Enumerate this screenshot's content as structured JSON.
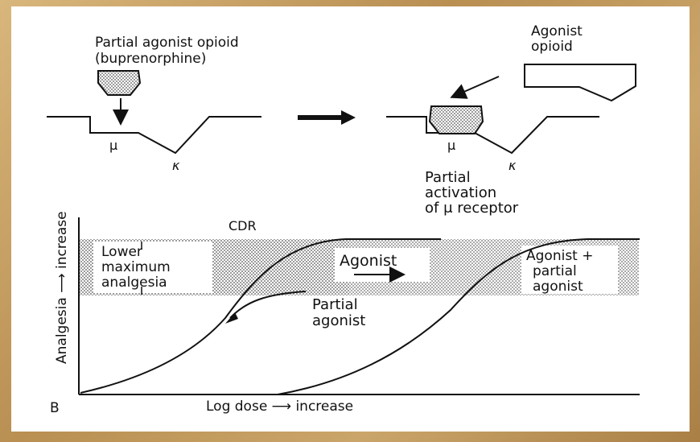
{
  "labels": {
    "partial_title_1": "Partial agonist opioid",
    "partial_title_2": "(buprenorphine)",
    "agonist_opioid_1": "Agonist",
    "agonist_opioid_2": "opioid",
    "mu_left": "μ",
    "kappa_left": "κ",
    "mu_right": "μ",
    "kappa_right": "κ",
    "partial_activation_1": "Partial",
    "partial_activation_2": "activation",
    "partial_activation_3": "of μ receptor",
    "cdr": "CDR",
    "lower_max_1": "Lower",
    "lower_max_2": "maximum",
    "lower_max_3": "analgesia",
    "agonist_shift": "Agonist",
    "agonist_plus_1": "Agonist +",
    "agonist_plus_2": "partial",
    "agonist_plus_3": "agonist",
    "partial_curve_1": "Partial",
    "partial_curve_2": "agonist",
    "y_axis": "Analgesia ⟶ increase",
    "x_axis": "Log dose ⟶ increase",
    "panel_letter": "B"
  },
  "colors": {
    "ink": "#111111",
    "stipple": "#9a9a9a",
    "frame": "#c9a46a"
  }
}
